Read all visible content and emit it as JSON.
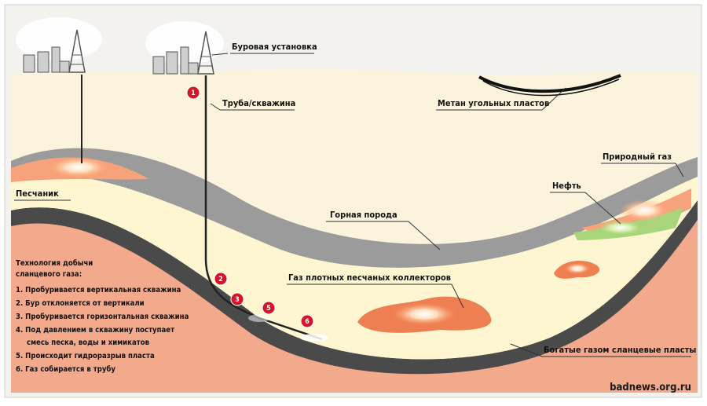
{
  "labels": {
    "drilling_rig": "Буровая установка",
    "pipe_well": "Труба/скважина",
    "coal_methane": "Метан угольных пластов",
    "natural_gas": "Природный газ",
    "oil": "Нефть",
    "sandstone": "Песчаник",
    "rock": "Горная порода",
    "tight_gas": "Газ плотных песчаных коллекторов",
    "shale": "Богатые газом сланцевые пласты"
  },
  "technology": {
    "title_line1": "Технология добычи",
    "title_line2": "сланцевого газа:",
    "steps": [
      "1. Пробуривается вертикальная скважина",
      "2. Бур отклоняется от вертикали",
      "3. Пробуривается горизонтальная скважина",
      "4. Под давлением в скважину поступает",
      "смесь песка, воды и химикатов",
      "5. Происходит гидроразрыв пласта",
      "6. Газ собирается в трубу"
    ]
  },
  "markers": [
    "1",
    "2",
    "3",
    "5",
    "6"
  ],
  "watermark": "badnews.org.ru",
  "colors": {
    "sky": "#f4f2ee",
    "upper_ground": "#fbf3dc",
    "gray_layer": "#9b9b9b",
    "dark_layer": "#4a4a4a",
    "bottom_layer": "#f2a98c",
    "marker": "#d3152a"
  }
}
